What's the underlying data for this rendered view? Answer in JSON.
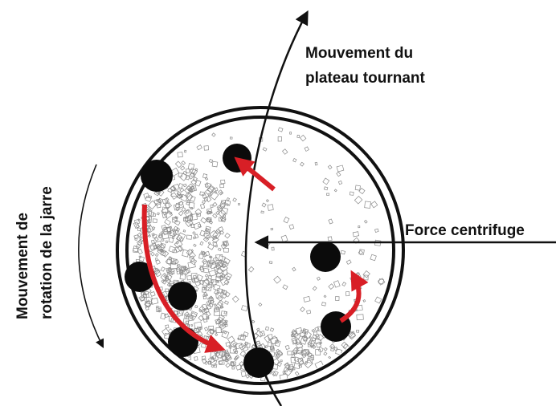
{
  "labels": {
    "plate_line1": "Mouvement du",
    "plate_line2": "plateau tournant",
    "centrifugal": "Force centrifuge",
    "rotation_line1": "Mouvement de",
    "rotation_line2": "rotation de la jarre"
  },
  "colors": {
    "ink": "#111111",
    "ball": "#0b0b0b",
    "arrow_red": "#d81f26",
    "powder": "#8a8a8a"
  }
}
